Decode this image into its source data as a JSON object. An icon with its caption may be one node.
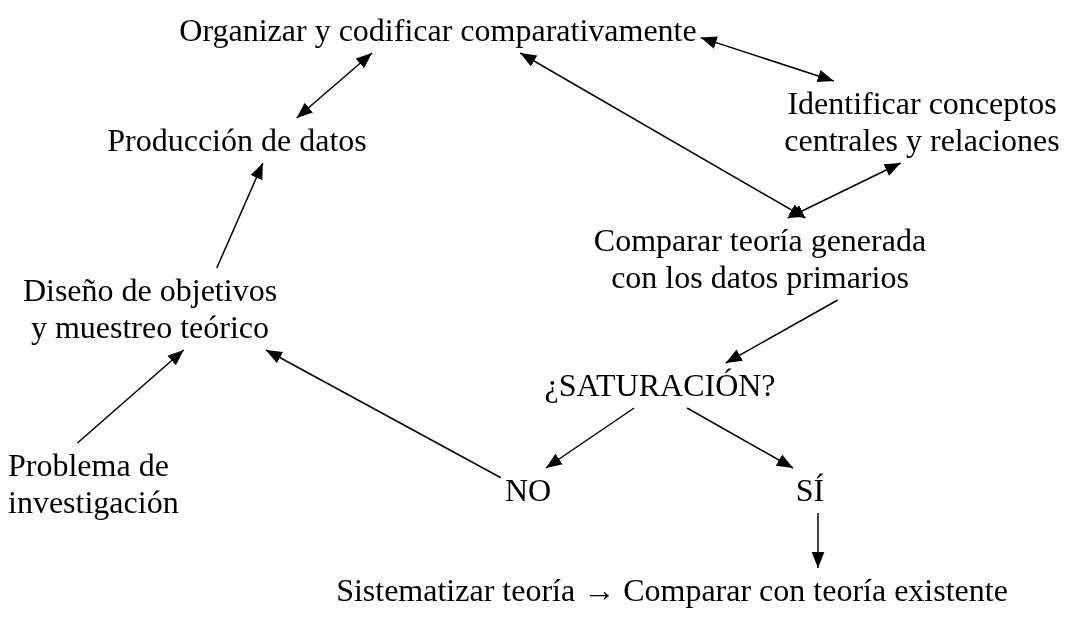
{
  "diagram": {
    "nodes": [
      {
        "text": [
          "Organizar y codificar comparativamente"
        ]
      },
      {
        "text": [
          "Identificar conceptos centrales y relaciones"
        ]
      },
      {
        "text": [
          "Producción de datos"
        ]
      },
      {
        "text": [
          "Comparar teoría generada con los datos primarios"
        ]
      },
      {
        "text": [
          "Diseño de objetivos y muestreo teórico"
        ]
      },
      {
        "text": [
          "¿SATURACIÓN?"
        ]
      },
      {
        "text": [
          "Problema de investigación"
        ]
      },
      {
        "text": [
          "NO"
        ]
      },
      {
        "text": [
          "SÍ"
        ]
      },
      {
        "text": [
          "Sistematizar teoría → Comparar con teoría existente"
        ]
      }
    ],
    "edges": [
      {
        "from": 0,
        "to": 1,
        "arrow": "both"
      },
      {
        "from": 0,
        "to": 3,
        "arrow": "both"
      },
      {
        "from": 3,
        "to": 1,
        "arrow": "both"
      },
      {
        "from": 0,
        "to": 2,
        "arrow": "both"
      },
      {
        "from": 4,
        "to": 2,
        "arrow": "to"
      },
      {
        "from": 6,
        "to": 4,
        "arrow": "to"
      },
      {
        "from": 3,
        "to": 5,
        "arrow": "to"
      },
      {
        "from": 5,
        "to": 7,
        "arrow": "to"
      },
      {
        "from": 5,
        "to": 8,
        "arrow": "to"
      },
      {
        "from": 7,
        "to": 4,
        "arrow": "to"
      },
      {
        "from": 8,
        "to": 9,
        "arrow": "to"
      }
    ]
  }
}
